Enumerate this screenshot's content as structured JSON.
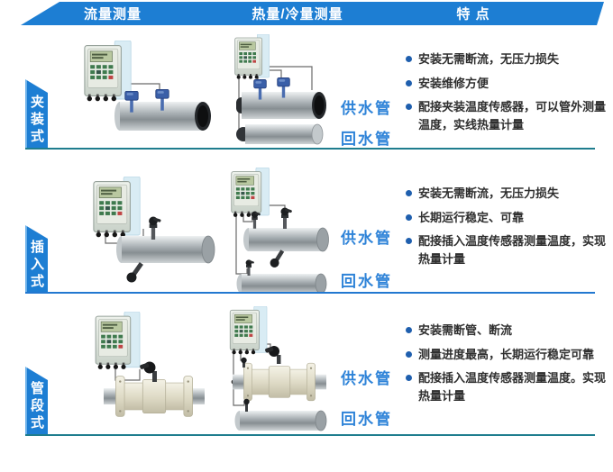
{
  "header": {
    "columns": [
      {
        "id": "flow",
        "label": "流量测量"
      },
      {
        "id": "heat",
        "label": "热量/冷量测量"
      },
      {
        "id": "features",
        "label": "特 点"
      }
    ]
  },
  "sections": [
    {
      "id": "clamp-on",
      "type_label": "夹装式",
      "supply_pipe_label": "供水管",
      "return_pipe_label": "回水管",
      "features": [
        "安装无需断流，无压力损失",
        "安装维修方便",
        "配接夹装温度传感器，可以管外测量温度，实线热量计量"
      ]
    },
    {
      "id": "insertion",
      "type_label": "插入式",
      "supply_pipe_label": "供水管",
      "return_pipe_label": "回水管",
      "features": [
        "安装无需断流，无压力损失",
        "长期运行稳定、可靠",
        "配接插入温度传感器测量温度，实现热量计量"
      ]
    },
    {
      "id": "pipe-section",
      "type_label": "管段式",
      "supply_pipe_label": "供水管",
      "return_pipe_label": "回水管",
      "features": [
        "安装需断管、断流",
        "测量进度最高，长期运行稳定可靠",
        "配接插入温度传感器测量温度。实现热量计量"
      ]
    }
  ],
  "colors": {
    "primary_blue": "#1d7ed3",
    "divider_teal": "#1f7d8e",
    "divider_blue": "#2278d0",
    "pipe_label_blue": "#2e83d8",
    "bullet_blue": "#1f5fae"
  }
}
